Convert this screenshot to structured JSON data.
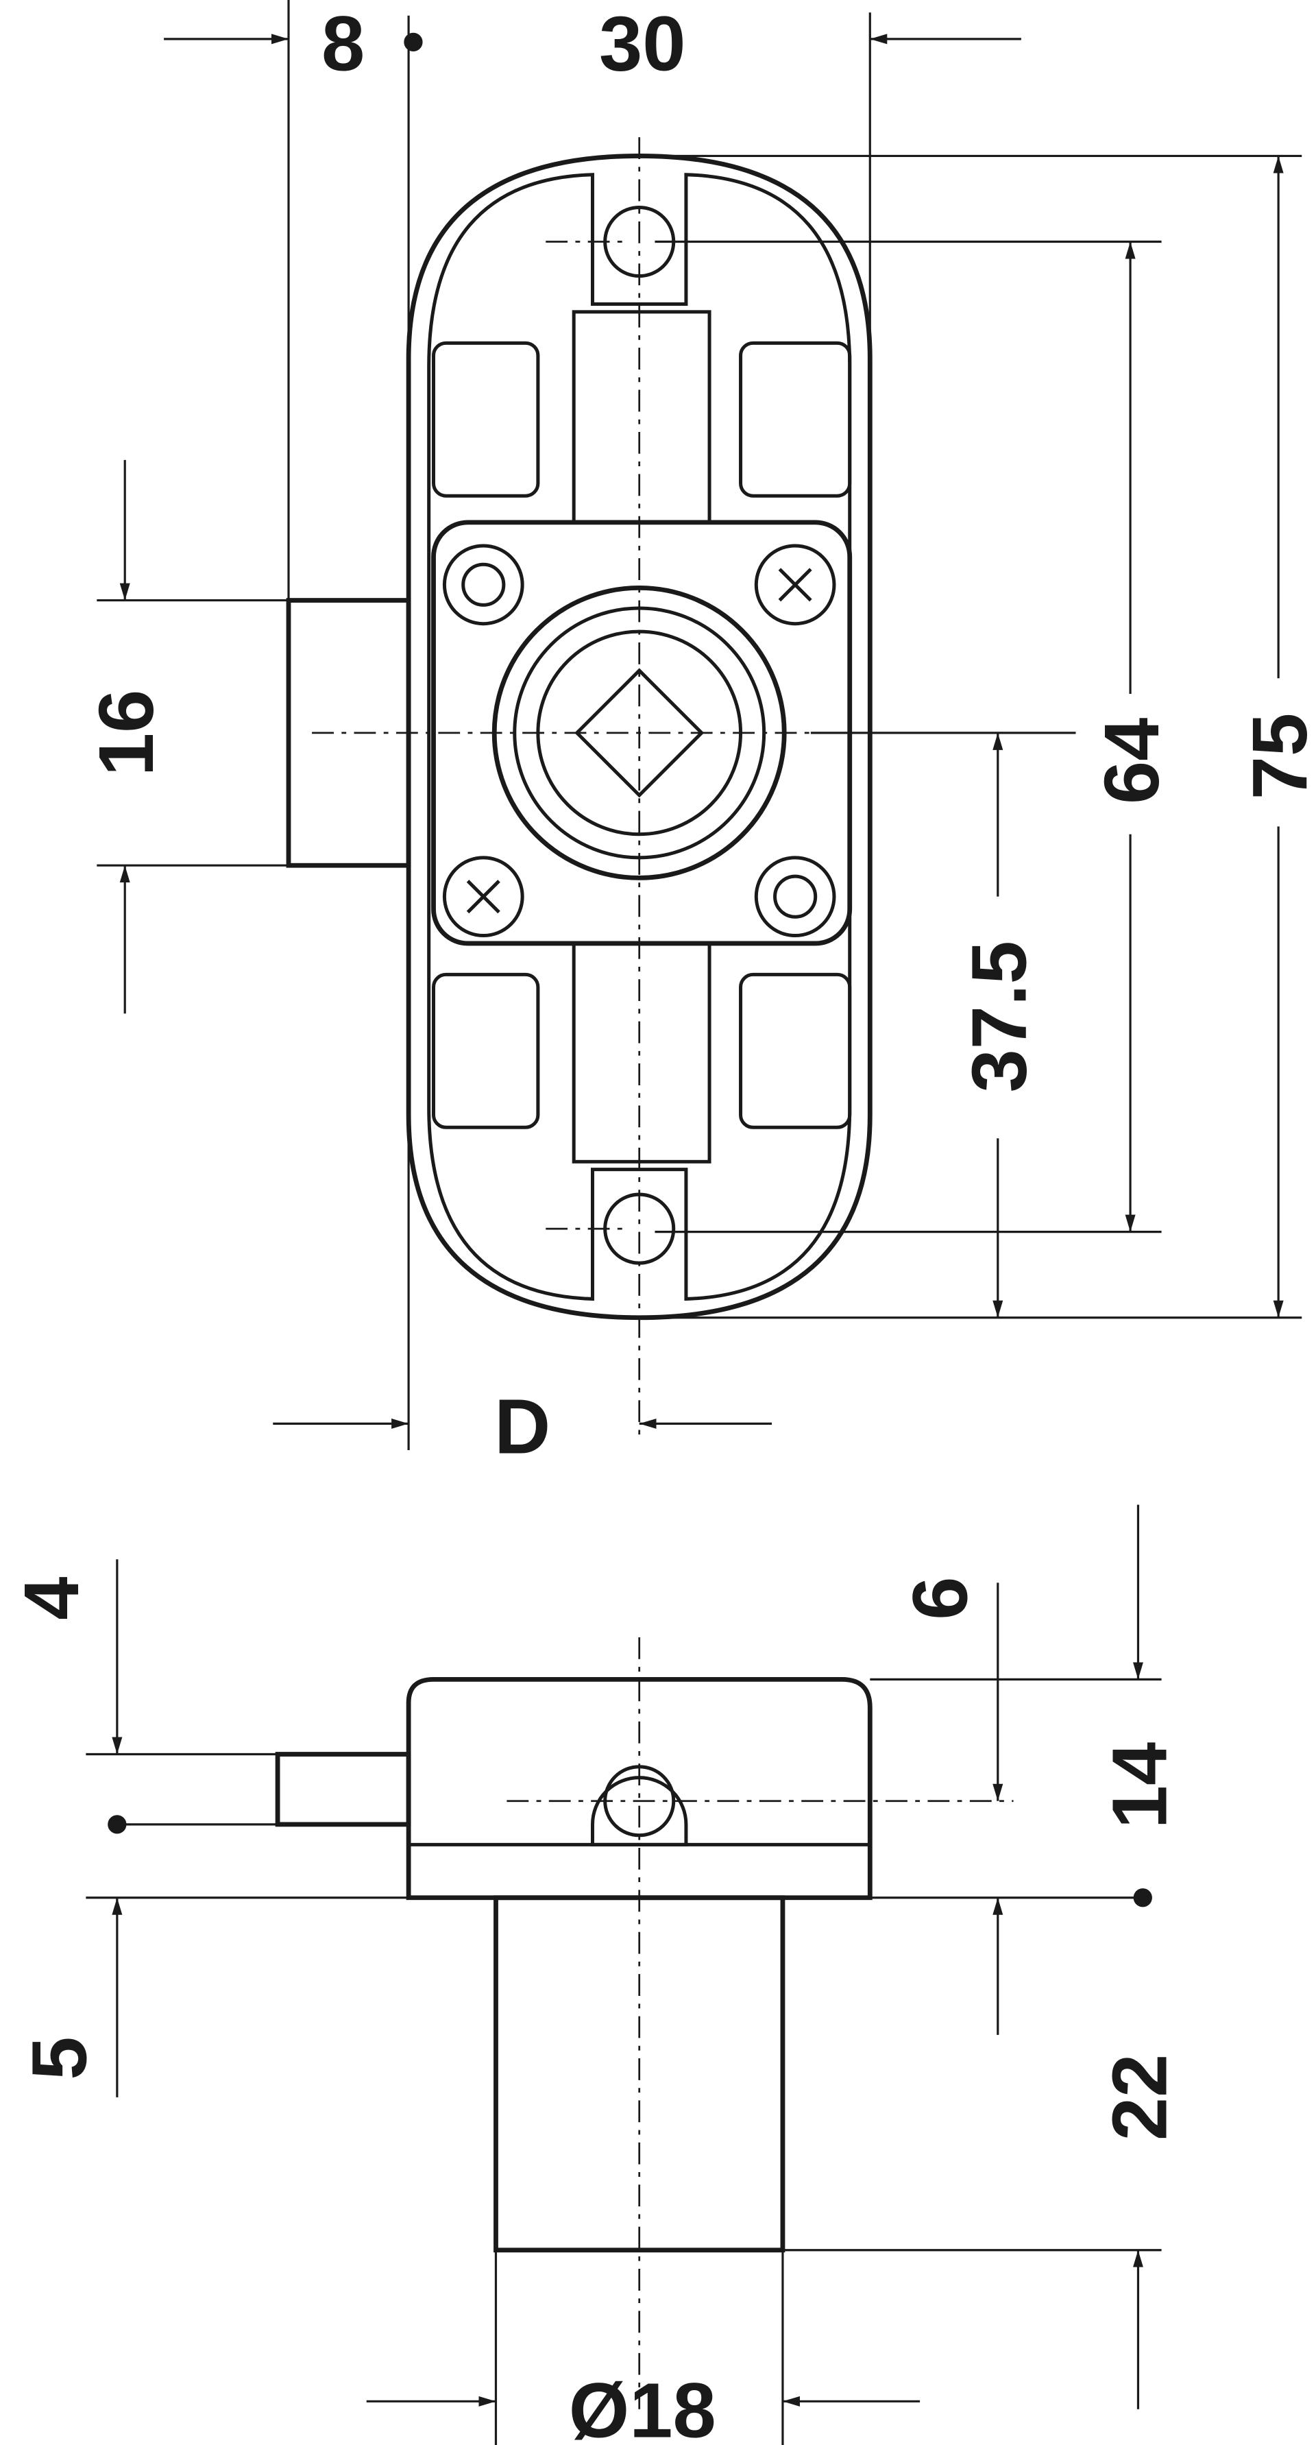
{
  "drawing": {
    "title": "Lock dimension drawing",
    "top_view": {
      "dims": {
        "d8": "8",
        "d30": "30",
        "d16": "16",
        "d64": "64",
        "d75": "75",
        "d37_5": "37.5",
        "dD": "D"
      }
    },
    "side_view": {
      "dims": {
        "d4": "4",
        "d6": "6",
        "d14": "14",
        "d5": "5",
        "d22": "22",
        "d18": "Ø18"
      }
    }
  }
}
